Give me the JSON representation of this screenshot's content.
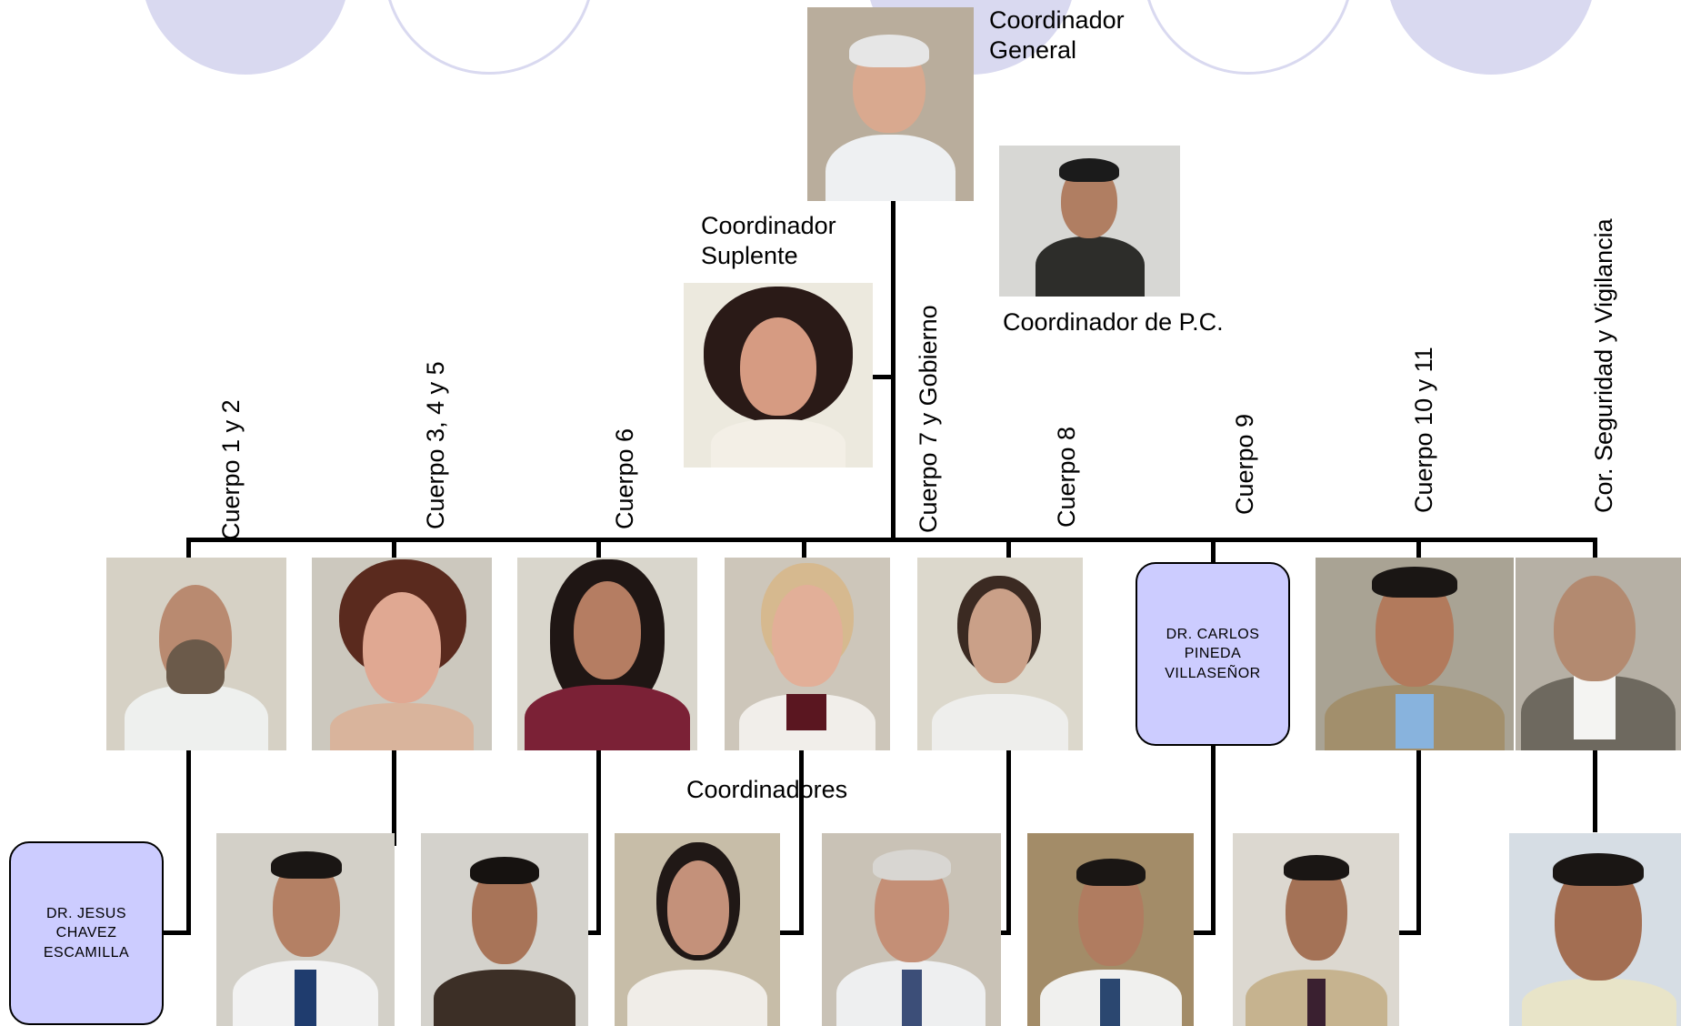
{
  "diagram": {
    "title_left": "",
    "top": {
      "role": "Coordinador\nGeneral",
      "substitute_role": "Coordinador\nSuplente",
      "pc_role": "Coordinador de P.C."
    },
    "groups": [
      {
        "label": "Cuerpo 1 y 2"
      },
      {
        "label": "Cuerpo 3, 4 y 5"
      },
      {
        "label": "Cuerpo 6"
      },
      {
        "label": "Cuerpo 7 y Gobierno"
      },
      {
        "label": "Cuerpo 8"
      },
      {
        "label": "Cuerpo 9"
      },
      {
        "label": "Cuerpo 10 y 11"
      },
      {
        "label": "Cor. Seguridad y Vigilancia"
      }
    ],
    "coordinators_label": "Coordinadores",
    "name_boxes": {
      "cuerpo9": "DR. CARLOS\nPINEDA\nVILLASEÑOR",
      "cuerpo1_sub": "DR. JESUS\nCHAVEZ\nESCAMILLA"
    },
    "colors": {
      "accent": "#ccccff",
      "decor_circle": "#d9d9f0",
      "line": "#000000"
    }
  }
}
